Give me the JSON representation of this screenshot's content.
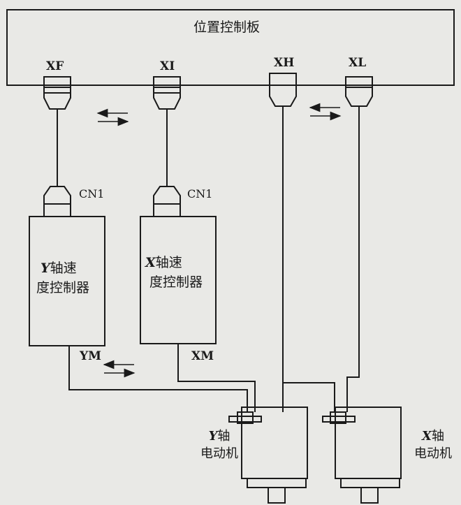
{
  "board": {
    "title": "位置控制板"
  },
  "connectors": {
    "xf": "XF",
    "xi": "XI",
    "xh": "XH",
    "xl": "XL",
    "cn1_y": "CN1",
    "cn1_x": "CN1",
    "ym": "YM",
    "xm": "XM"
  },
  "y_controller": {
    "axis": "Y",
    "line1_rest": "轴速",
    "line2": "度控制器"
  },
  "x_controller": {
    "axis": "X",
    "line1_rest": "轴速",
    "line2": "度控制器"
  },
  "y_motor": {
    "axis": "Y",
    "line1_rest": "轴",
    "line2": "电动机"
  },
  "x_motor": {
    "axis": "X",
    "line1_rest": "轴",
    "line2": "电动机"
  },
  "colors": {
    "ink": "#1a1a1a",
    "paper": "#e9e9e6"
  }
}
